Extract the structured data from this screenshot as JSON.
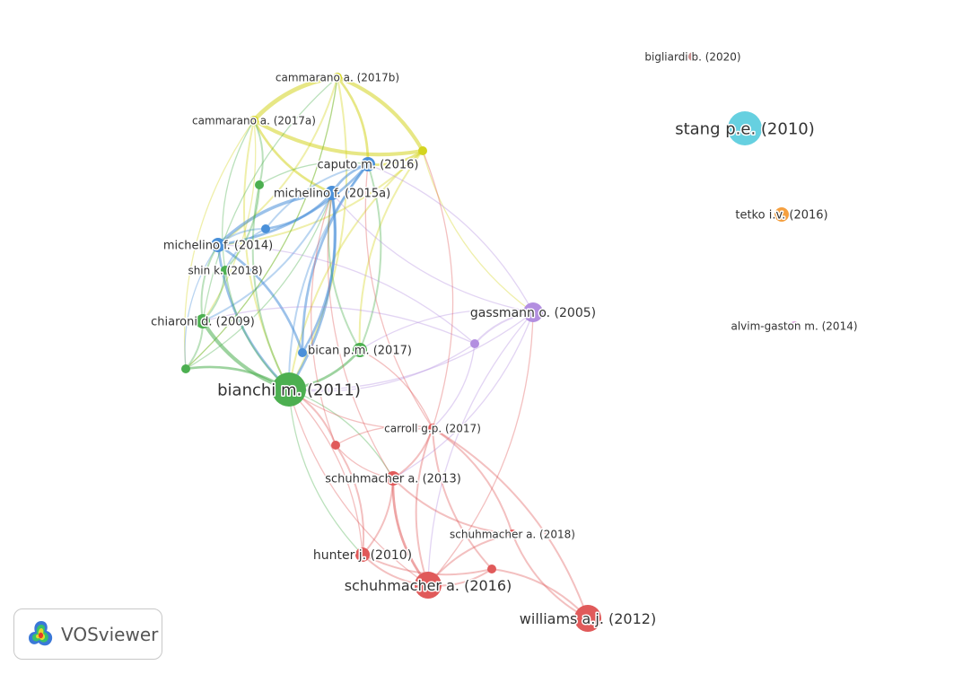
{
  "app": {
    "logo_text": "VOSviewer"
  },
  "cluster_colors": {
    "red": "#e05a5a",
    "green": "#4caf50",
    "blue": "#4a90d9",
    "yellow": "#d4d420",
    "purple": "#b38fe0",
    "cyan": "#66d0e0",
    "orange": "#f5a040",
    "brown": "#c98e8e",
    "pink": "#e0a0e0"
  },
  "nodes": [
    {
      "id": "bianchi2011",
      "label": "bianchi m. (2011)",
      "cluster": "green",
      "weight": 5
    },
    {
      "id": "chiaroni2009",
      "label": "chiaroni d. (2009)",
      "cluster": "green",
      "weight": 2
    },
    {
      "id": "shin2018",
      "label": "shin k. (2018)",
      "cluster": "green",
      "weight": 1
    },
    {
      "id": "bican2017",
      "label": "bican p.m. (2017)",
      "cluster": "green",
      "weight": 2
    },
    {
      "id": "g1",
      "label": "",
      "cluster": "green",
      "weight": 1
    },
    {
      "id": "g2",
      "label": "",
      "cluster": "green",
      "weight": 1
    },
    {
      "id": "michelino2014",
      "label": "michelino f. (2014)",
      "cluster": "blue",
      "weight": 2
    },
    {
      "id": "caputo2016",
      "label": "caputo m. (2016)",
      "cluster": "blue",
      "weight": 2
    },
    {
      "id": "michelino2015a",
      "label": "michelino f. (2015a)",
      "cluster": "blue",
      "weight": 2
    },
    {
      "id": "b1",
      "label": "",
      "cluster": "blue",
      "weight": 1
    },
    {
      "id": "b2",
      "label": "",
      "cluster": "blue",
      "weight": 1
    },
    {
      "id": "cammarano2017b",
      "label": "cammarano a. (2017b)",
      "cluster": "yellow",
      "weight": 1
    },
    {
      "id": "cammarano2017a",
      "label": "cammarano a. (2017a)",
      "cluster": "yellow",
      "weight": 1
    },
    {
      "id": "y1",
      "label": "",
      "cluster": "yellow",
      "weight": 1
    },
    {
      "id": "gassmann2005",
      "label": "gassmann o. (2005)",
      "cluster": "purple",
      "weight": 3
    },
    {
      "id": "p1",
      "label": "",
      "cluster": "purple",
      "weight": 1
    },
    {
      "id": "carroll2017",
      "label": "carroll g.p. (2017)",
      "cluster": "red",
      "weight": 1
    },
    {
      "id": "schuhmacher2013",
      "label": "schuhmacher a. (2013)",
      "cluster": "red",
      "weight": 2
    },
    {
      "id": "schuhmacher2018",
      "label": "schuhmacher a. (2018)",
      "cluster": "red",
      "weight": 1
    },
    {
      "id": "hunter2010",
      "label": "hunter j. (2010)",
      "cluster": "red",
      "weight": 2
    },
    {
      "id": "schuhmacher2016",
      "label": "schuhmacher a. (2016)",
      "cluster": "red",
      "weight": 4
    },
    {
      "id": "williams2012",
      "label": "williams a.j. (2012)",
      "cluster": "red",
      "weight": 4
    },
    {
      "id": "r1",
      "label": "",
      "cluster": "red",
      "weight": 1
    },
    {
      "id": "r2",
      "label": "",
      "cluster": "red",
      "weight": 1
    },
    {
      "id": "bigliardi2020",
      "label": "bigliardi b. (2020)",
      "cluster": "brown",
      "weight": 1
    },
    {
      "id": "stang2010",
      "label": "stang p.e. (2010)",
      "cluster": "cyan",
      "weight": 5
    },
    {
      "id": "tetko2016",
      "label": "tetko i.v. (2016)",
      "cluster": "orange",
      "weight": 2
    },
    {
      "id": "alvimgaston2014",
      "label": "alvim-gaston m. (2014)",
      "cluster": "pink",
      "weight": 1
    }
  ]
}
